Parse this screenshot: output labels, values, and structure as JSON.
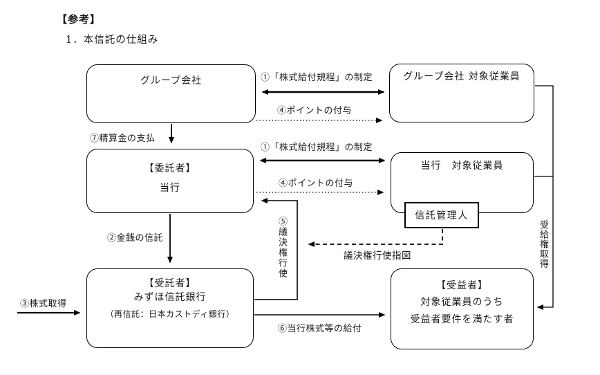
{
  "page": {
    "ref_label": "【参考】",
    "title": "1．本信託の仕組み"
  },
  "boxes": {
    "group_company": {
      "label": "グループ会社"
    },
    "group_employees": {
      "label": "グループ会社 対象従業員"
    },
    "settlor": {
      "role": "【委託者】",
      "name": "当行"
    },
    "bank_employees": {
      "label": "当行　対象従業員"
    },
    "trust_admin": {
      "label": "信託管理人"
    },
    "trustee": {
      "role": "【受託者】",
      "name": "みずほ信託銀行",
      "note": "（再信託：日本カストディ銀行）"
    },
    "beneficiary": {
      "role": "【受益者】",
      "line1": "対象従業員のうち",
      "line2": "受益者要件を満たす者"
    }
  },
  "flows": {
    "f1_top": "①「株式給付規程」の制定",
    "f4_top": "④ポイントの付与",
    "f7": "⑦精算金の支払",
    "f1_mid": "①「株式給付規程」の制定",
    "f4_mid": "④ポイントの付与",
    "f2": "②金銭の信託",
    "f3": "③株式取得",
    "f5": "⑤議決権行使",
    "f5_instruction": "議決権行使指図",
    "f6": "⑥当行株式等の給付",
    "benefit_right": "受給権取得"
  },
  "colors": {
    "background": "#ffffff",
    "line": "#000000",
    "text": "#1a1a1a"
  }
}
